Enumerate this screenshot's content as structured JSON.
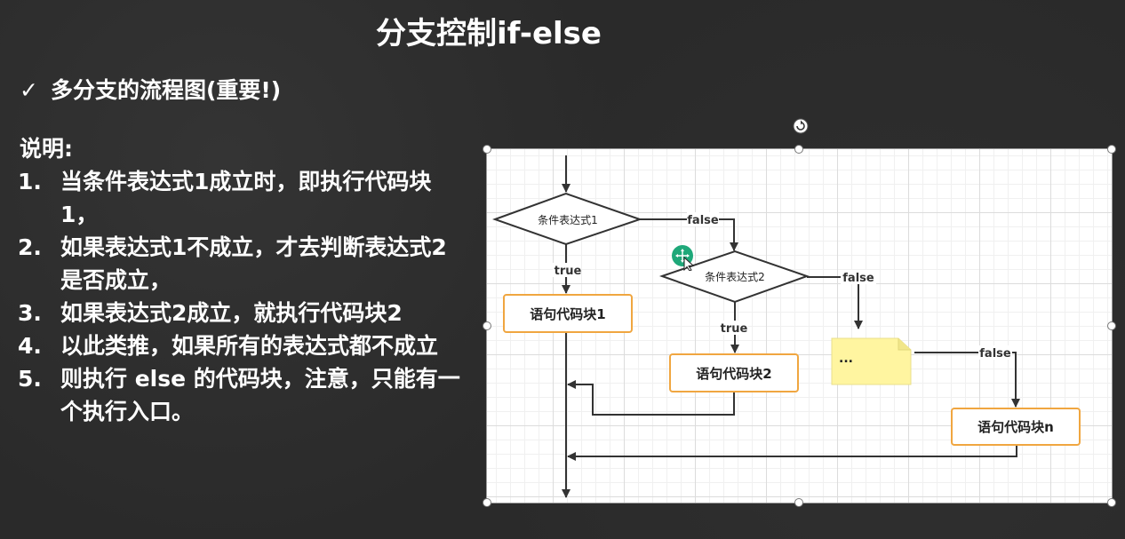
{
  "slide": {
    "title": "分支控制if-else",
    "subtitle": "多分支的流程图(重要!)",
    "check_mark": "✓",
    "notes_heading": "说明:",
    "notes": [
      {
        "num": "1.",
        "text": "当条件表达式1成立时，即执行代码块1，"
      },
      {
        "num": "2.",
        "text": "如果表达式1不成立，才去判断表达式2是否成立，"
      },
      {
        "num": "3.",
        "text": "如果表达式2成立，就执行代码块2"
      },
      {
        "num": "4.",
        "text": "以此类推，如果所有的表达式都不成立"
      },
      {
        "num": "5.",
        "text": "则执行 else 的代码块，注意，只能有一个执行入口。"
      }
    ]
  },
  "diagram": {
    "condition1": "条件表达式1",
    "condition2": "条件表达式2",
    "block1": "语句代码块1",
    "block2": "语句代码块2",
    "blockn": "语句代码块n",
    "ellipsis": "...",
    "false_label_1": "false",
    "false_label_2": "false",
    "false_label_3": "false",
    "true_label_1": "true",
    "true_label_2": "true",
    "colors": {
      "block_border": "#f0a640",
      "note_fill": "#fff5a0",
      "line": "#333333",
      "cursor": "#1ea879"
    }
  }
}
